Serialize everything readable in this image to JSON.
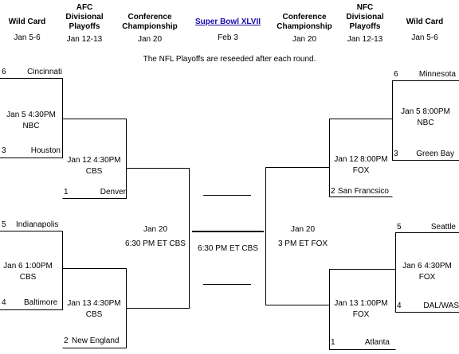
{
  "headers": {
    "wildcard_left": {
      "title": "Wild Card",
      "date": "Jan 5-6"
    },
    "afc_div": {
      "title_l1": "AFC",
      "title_l2": "Divisional",
      "title_l3": "Playoffs",
      "date": "Jan 12-13"
    },
    "conf_left": {
      "title_l1": "Conference",
      "title_l2": "Championship",
      "date": "Jan 20"
    },
    "superbowl": {
      "title": "Super Bowl XLVII",
      "date": "Feb 3"
    },
    "conf_right": {
      "title_l1": "Conference",
      "title_l2": "Championship",
      "date": "Jan 20"
    },
    "nfc_div": {
      "title_l1": "NFC",
      "title_l2": "Divisional",
      "title_l3": "Playoffs",
      "date": "Jan 12-13"
    },
    "wildcard_right": {
      "title": "Wild Card",
      "date": "Jan 5-6"
    }
  },
  "note": "The NFL Playoffs are reseeded after each round.",
  "afc": {
    "wc1": {
      "top": {
        "seed": "6",
        "team": "Cincinnati"
      },
      "bottom": {
        "seed": "3",
        "team": "Houston"
      },
      "line1": "Jan 5 4:30PM",
      "line2": "NBC"
    },
    "div1": {
      "bottom": {
        "seed": "1",
        "team": "Denver"
      },
      "line1": "Jan 12 4:30PM",
      "line2": "CBS"
    },
    "wc2": {
      "top": {
        "seed": "5",
        "team": "Indianapolis"
      },
      "bottom": {
        "seed": "4",
        "team": "Baltimore"
      },
      "line1": "Jan 6 1:00PM",
      "line2": "CBS"
    },
    "div2": {
      "bottom": {
        "seed": "2",
        "team": "New England"
      },
      "line1": "Jan 13 4:30PM",
      "line2": "CBS"
    },
    "conf": {
      "line1": "Jan 20",
      "line2": "6:30 PM ET CBS"
    }
  },
  "superbowl_game": {
    "line1": "6:30 PM ET CBS"
  },
  "nfc": {
    "wc1": {
      "top": {
        "seed": "6",
        "team": "Minnesota"
      },
      "bottom": {
        "seed": "3",
        "team": "Green Bay"
      },
      "line1": "Jan 5 8:00PM",
      "line2": "NBC"
    },
    "div1": {
      "bottom": {
        "seed": "2",
        "team": "San Francsico"
      },
      "line1": "Jan 12 8:00PM",
      "line2": "FOX"
    },
    "wc2": {
      "top": {
        "seed": "5",
        "team": "Seattle"
      },
      "bottom": {
        "seed": "4",
        "team": "DAL/WAS"
      },
      "line1": "Jan 6 4:30PM",
      "line2": "FOX"
    },
    "div2": {
      "bottom": {
        "seed": "1",
        "team": "Atlanta"
      },
      "line1": "Jan 13 1:00PM",
      "line2": "FOX"
    },
    "conf": {
      "line1": "Jan 20",
      "line2": "3 PM ET FOX"
    }
  }
}
